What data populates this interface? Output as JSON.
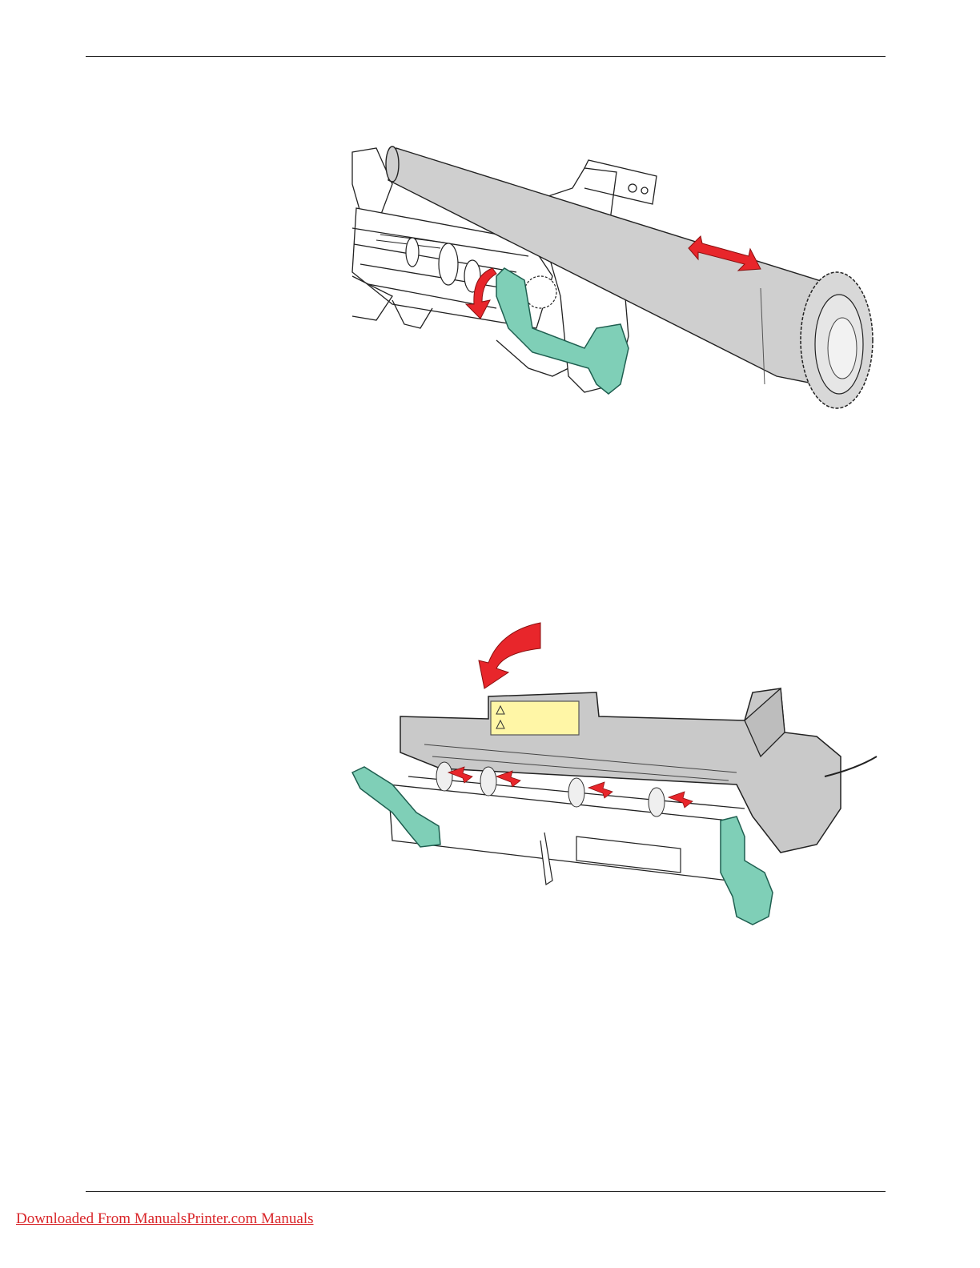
{
  "footer": {
    "link_text": "Downloaded From ManualsPrinter.com Manuals"
  },
  "colors": {
    "rule": "#222222",
    "roller_gray": "#cfcfcf",
    "lever_green": "#7fcfb7",
    "arrow_red": "#e8262b",
    "label_yellow": "#fff6a6",
    "footer_link": "#d9262a"
  },
  "figures": [
    {
      "name": "fuser-roller-removal-illustration",
      "icons": [
        "roller-icon",
        "gear-icon",
        "release-lever-icon",
        "rotate-arrow-icon",
        "pull-arrow-icon"
      ]
    },
    {
      "name": "fuser-cover-closing-illustration",
      "icons": [
        "cover-icon",
        "warning-label-icon",
        "warning-triangle-icon",
        "curved-arrow-icon",
        "lever-icon",
        "cable-icon"
      ]
    }
  ]
}
